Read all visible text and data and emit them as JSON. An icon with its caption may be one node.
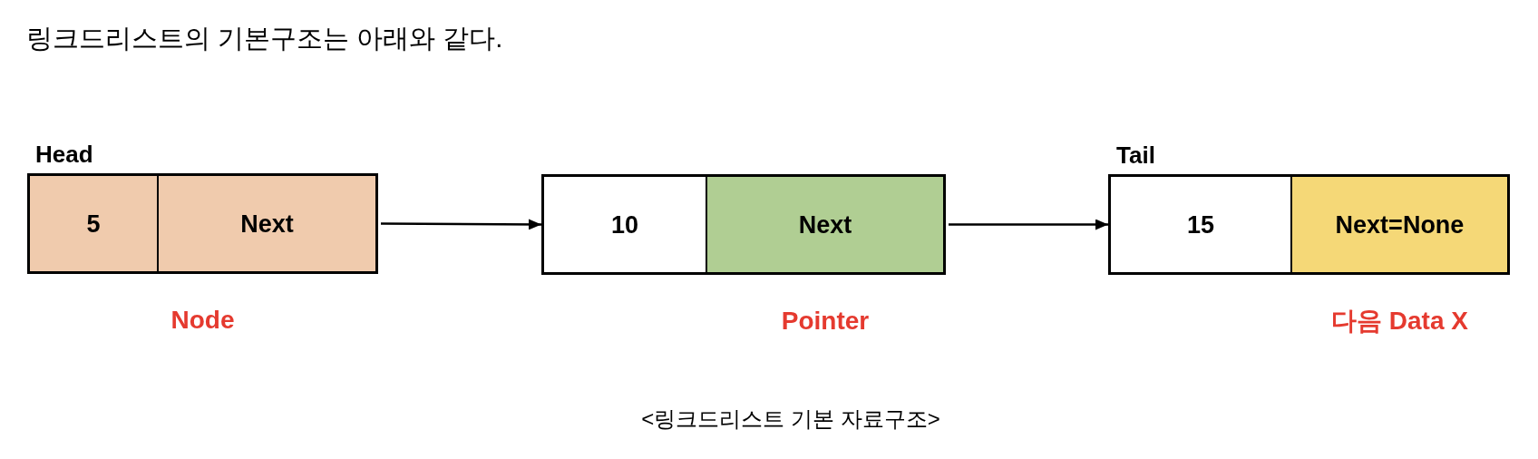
{
  "diagram": {
    "title": "링크드리스트의 기본구조는 아래와 같다.",
    "caption": "<링크드리스트 기본 자료구조>",
    "nodes": [
      {
        "text": [
          "Head"
        ],
        "beside": [
          "Node"
        ]
      },
      {
        "text": [
          "5"
        ],
        "in": 0
      },
      {
        "text": [
          "Next"
        ],
        "in": 0
      },
      {
        "text": [],
        "shape": "box"
      },
      {
        "text": [
          "10"
        ],
        "in": 3
      },
      {
        "text": [
          "Next"
        ],
        "in": 3,
        "beside": [
          "Pointer"
        ]
      },
      {
        "text": [
          "Tail"
        ]
      },
      {
        "text": [
          "15"
        ],
        "in": 6
      },
      {
        "text": [
          "Next=None"
        ],
        "in": 6,
        "beside": [
          "다음 Data X"
        ]
      }
    ],
    "edges": [
      {
        "from": 2,
        "to": 3,
        "arrow": "to"
      },
      {
        "from": 5,
        "to": 6,
        "arrow": "to"
      }
    ]
  }
}
